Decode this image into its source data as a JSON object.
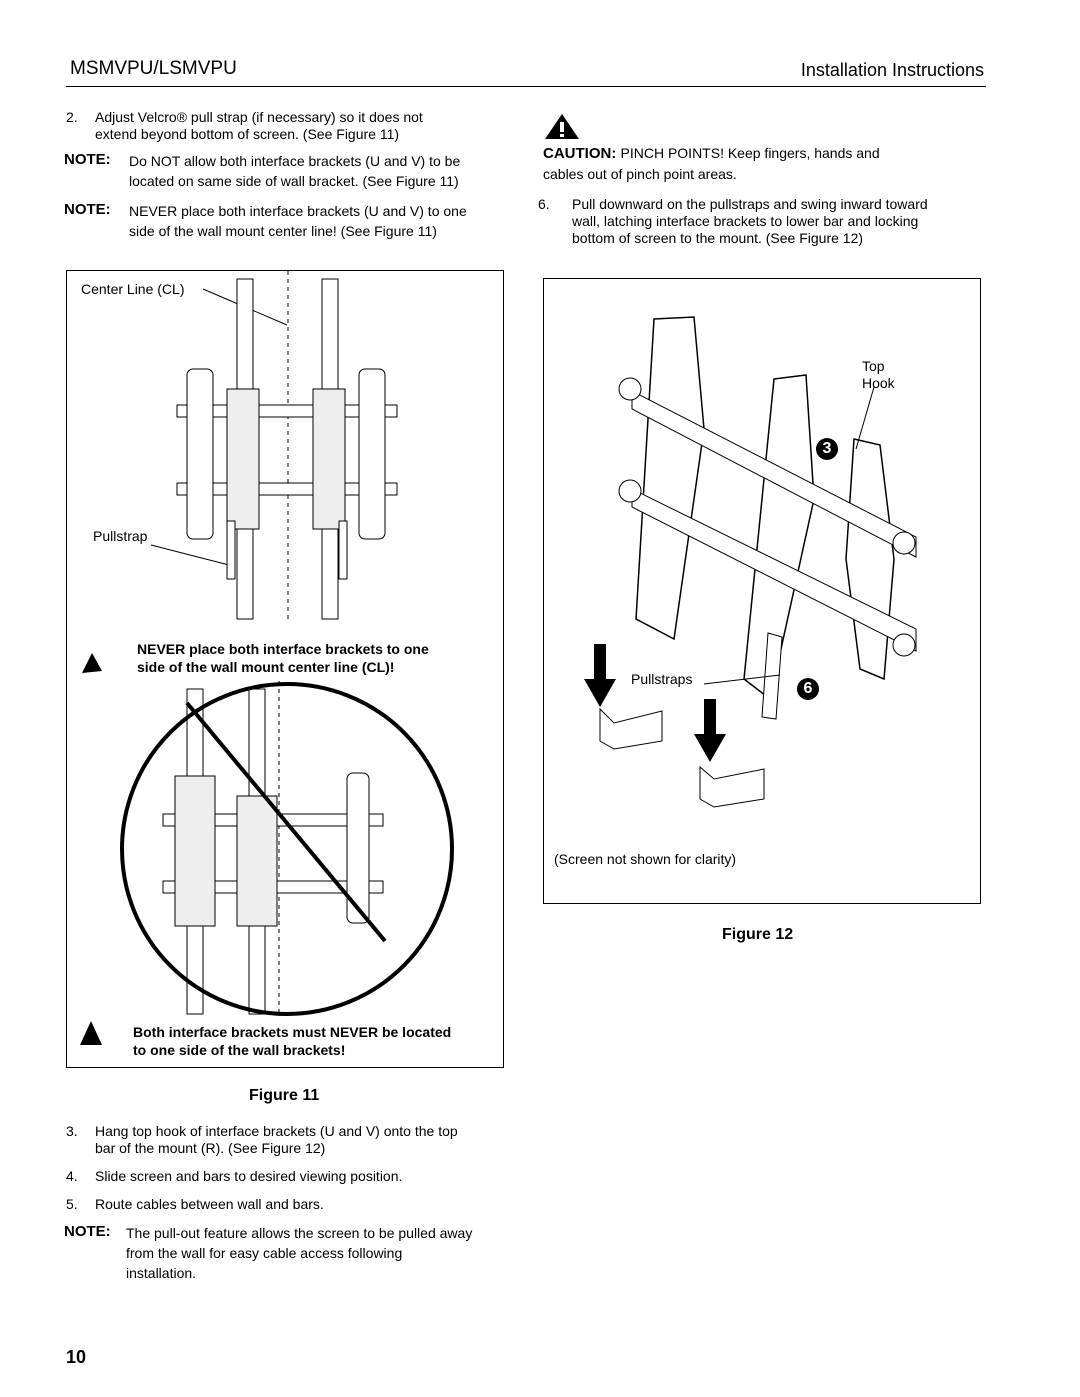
{
  "header": {
    "model": "MSMVPU/LSMVPU",
    "title": "Installation Instructions"
  },
  "left_column": {
    "step2": {
      "number": "2.",
      "text_line1": "Adjust Velcro® pull strap (if necessary) so it does not",
      "text_line2": "extend beyond bottom of screen. (See Figure 11)"
    },
    "note1": {
      "label": "NOTE:",
      "line1": "Do NOT allow both interface brackets (U and V) to be",
      "line2": "located on same side of wall bracket. (See Figure 11)"
    },
    "note2": {
      "label": "NOTE:",
      "line1": "NEVER place both interface brackets (U and V) to one",
      "line2": "side of the wall mount center line! (See Figure 11)"
    },
    "figure11": {
      "label_center_line": "Center Line (CL)",
      "label_pullstrap": "Pullstrap",
      "warning1_line1": "NEVER place both interface brackets to one",
      "warning1_line2": "side of the wall mount center line (CL)!",
      "warning2_line1": "Both interface brackets must NEVER be located",
      "warning2_line2": "to one side of the wall brackets!",
      "caption": "Figure 11"
    },
    "step3": {
      "number": "3.",
      "line1": "Hang top hook of interface brackets (U and V) onto the top",
      "line2": "bar of the mount (R). (See Figure 12)"
    },
    "step4": {
      "number": "4.",
      "text": "Slide screen and bars to desired viewing position."
    },
    "step5": {
      "number": "5.",
      "text": "Route cables between wall and bars."
    },
    "note3": {
      "label": "NOTE:",
      "line1": "The pull-out feature allows the screen to be pulled away",
      "line2": "from the wall for easy cable access following",
      "line3": "installation."
    }
  },
  "right_column": {
    "caution": {
      "label": "CAUTION:",
      "line1": "PINCH POINTS! Keep fingers, hands and",
      "line2": "cables out of pinch point areas."
    },
    "step6": {
      "number": "6.",
      "line1": "Pull downward on the pullstraps and swing inward toward",
      "line2": "wall, latching interface brackets to lower bar and locking",
      "line3": "bottom of screen to the mount. (See Figure 12)"
    },
    "figure12": {
      "label_top": "Top",
      "label_hook": "Hook",
      "callout_3": "3",
      "callout_6": "6",
      "label_pullstraps": "Pullstraps",
      "label_screen": "(Screen not shown for clarity)",
      "caption": "Figure 12"
    }
  },
  "footer": {
    "page_number": "10"
  }
}
